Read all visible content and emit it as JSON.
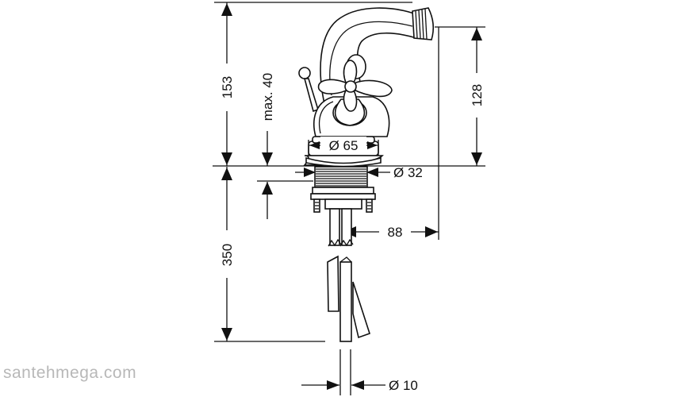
{
  "dimensions": {
    "height_above": "153",
    "max_thickness": "max. 40",
    "spout_height": "128",
    "base_diameter": "Ø 65",
    "thread_diameter": "Ø 32",
    "projection": "88",
    "height_below": "350",
    "rod_diameter": "Ø 10"
  },
  "watermark": "santehmega.com"
}
